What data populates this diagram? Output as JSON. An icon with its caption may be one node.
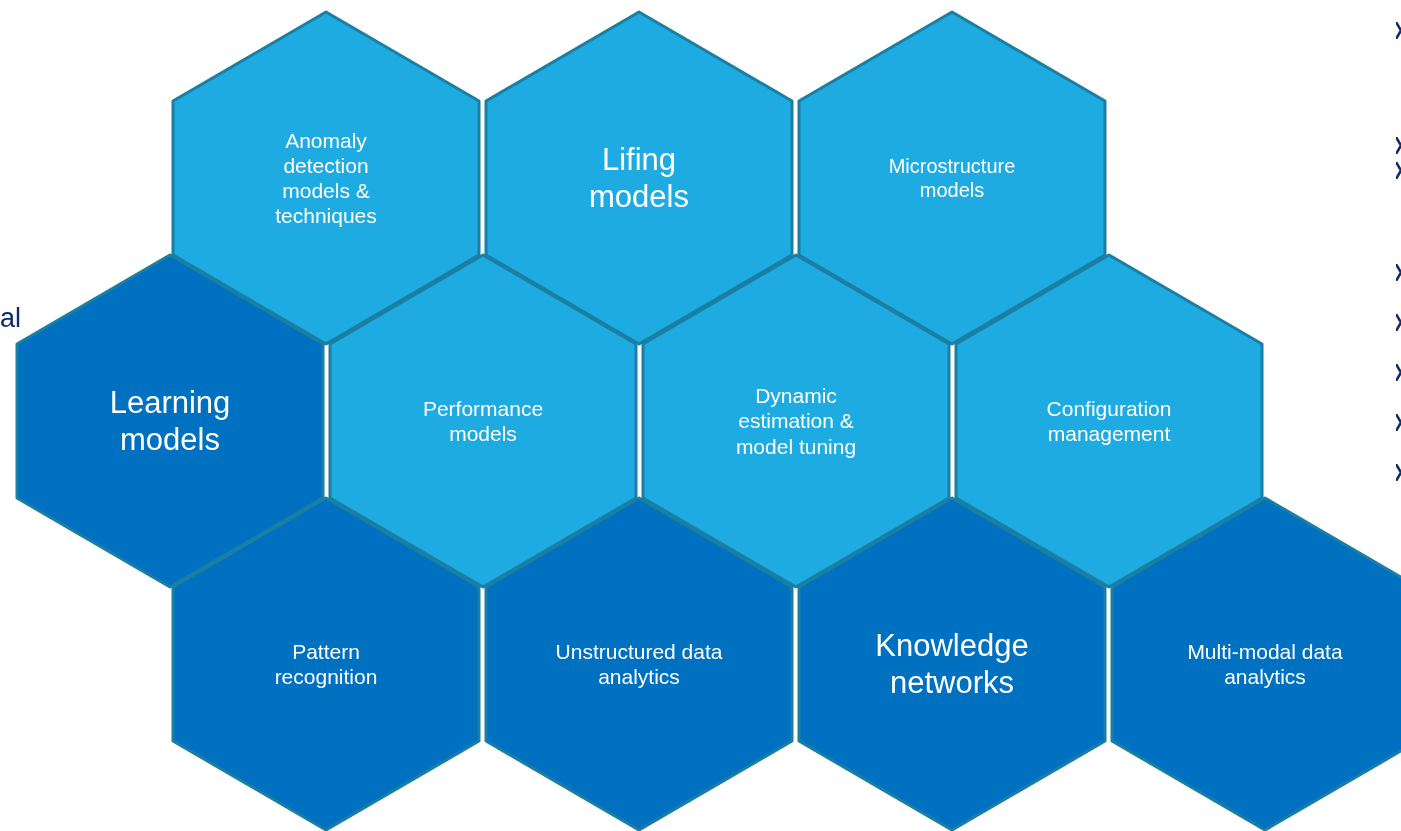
{
  "diagram": {
    "nodes": [
      {
        "text": [
          "Anomaly detection models & techniques"
        ]
      },
      {
        "text": [
          "Lifing models"
        ]
      },
      {
        "text": [
          "Microstructure models"
        ]
      },
      {
        "text": [
          "Learning models"
        ]
      },
      {
        "text": [
          "Performance models"
        ]
      },
      {
        "text": [
          "Dynamic estimation & model tuning"
        ]
      },
      {
        "text": [
          "Configuration management"
        ]
      },
      {
        "text": [
          "Pattern recognition"
        ]
      },
      {
        "text": [
          "Unstructured data analytics"
        ]
      },
      {
        "text": [
          "Knowledge networks"
        ]
      },
      {
        "text": [
          "Multi-modal data analytics"
        ]
      }
    ],
    "labels": [
      "al"
    ]
  }
}
